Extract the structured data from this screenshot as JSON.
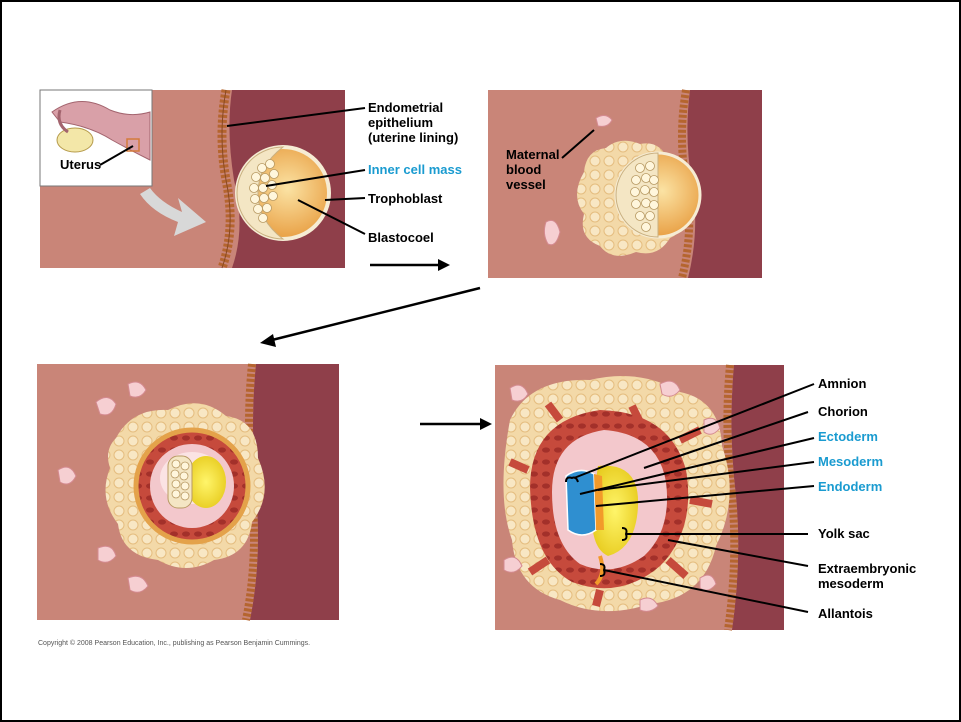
{
  "labels": {
    "uterus": "Uterus",
    "endometrial": "Endometrial\nepithelium\n(uterine lining)",
    "inner_cell_mass": "Inner cell mass",
    "trophoblast": "Trophoblast",
    "blastocoel": "Blastocoel",
    "maternal_vessel": "Maternal\nblood\nvessel",
    "amnion": "Amnion",
    "chorion": "Chorion",
    "ectoderm": "Ectoderm",
    "mesoderm": "Mesoderm",
    "endoderm": "Endoderm",
    "yolk_sac": "Yolk sac",
    "extraembryonic": "Extraembryonic\nmesoderm",
    "allantois": "Allantois"
  },
  "copyright": "Copyright © 2008 Pearson Education, Inc., publishing as Pearson Benjamin Cummings.",
  "colors": {
    "tissue": "#c98578",
    "wall": "#8f3f4a",
    "lining": "#b5652f",
    "blastocyst": "#f0b45a",
    "label_blue": "#1a9bd0",
    "ectoderm": "#2f8fd0",
    "endoderm": "#f2e21a"
  }
}
